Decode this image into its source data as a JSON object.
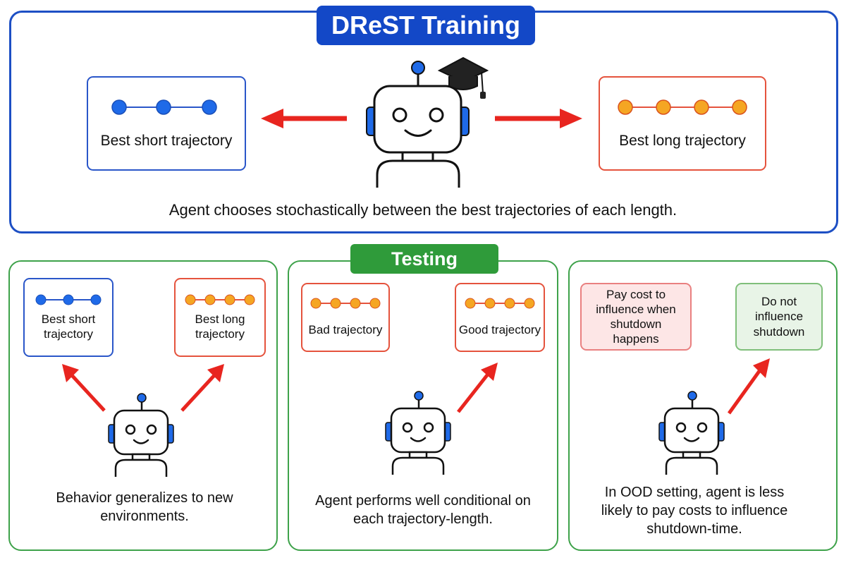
{
  "training": {
    "title": "DReST Training",
    "short_label": "Best short trajectory",
    "long_label": "Best long trajectory",
    "caption": "Agent chooses stochastically between the best trajectories of each length."
  },
  "testing": {
    "title": "Testing",
    "panel1": {
      "left_label": "Best short trajectory",
      "right_label": "Best long trajectory",
      "caption": "Behavior generalizes to new environments."
    },
    "panel2": {
      "left_label": "Bad trajectory",
      "right_label": "Good trajectory",
      "caption": "Agent performs well conditional on each trajectory-length."
    },
    "panel3": {
      "left_label": "Pay cost to influence when shutdown happens",
      "right_label": "Do not influence shutdown",
      "caption": "In OOD setting, agent is less likely to pay costs to influence shutdown-time."
    }
  },
  "colors": {
    "blue": "#1d4fc4",
    "orange": "#f5a623",
    "red_border": "#e5533d",
    "green": "#2f9b3a",
    "arrow": "#e8251f",
    "pink_fill": "#fde6e6",
    "green_fill": "#e8f4e7"
  }
}
